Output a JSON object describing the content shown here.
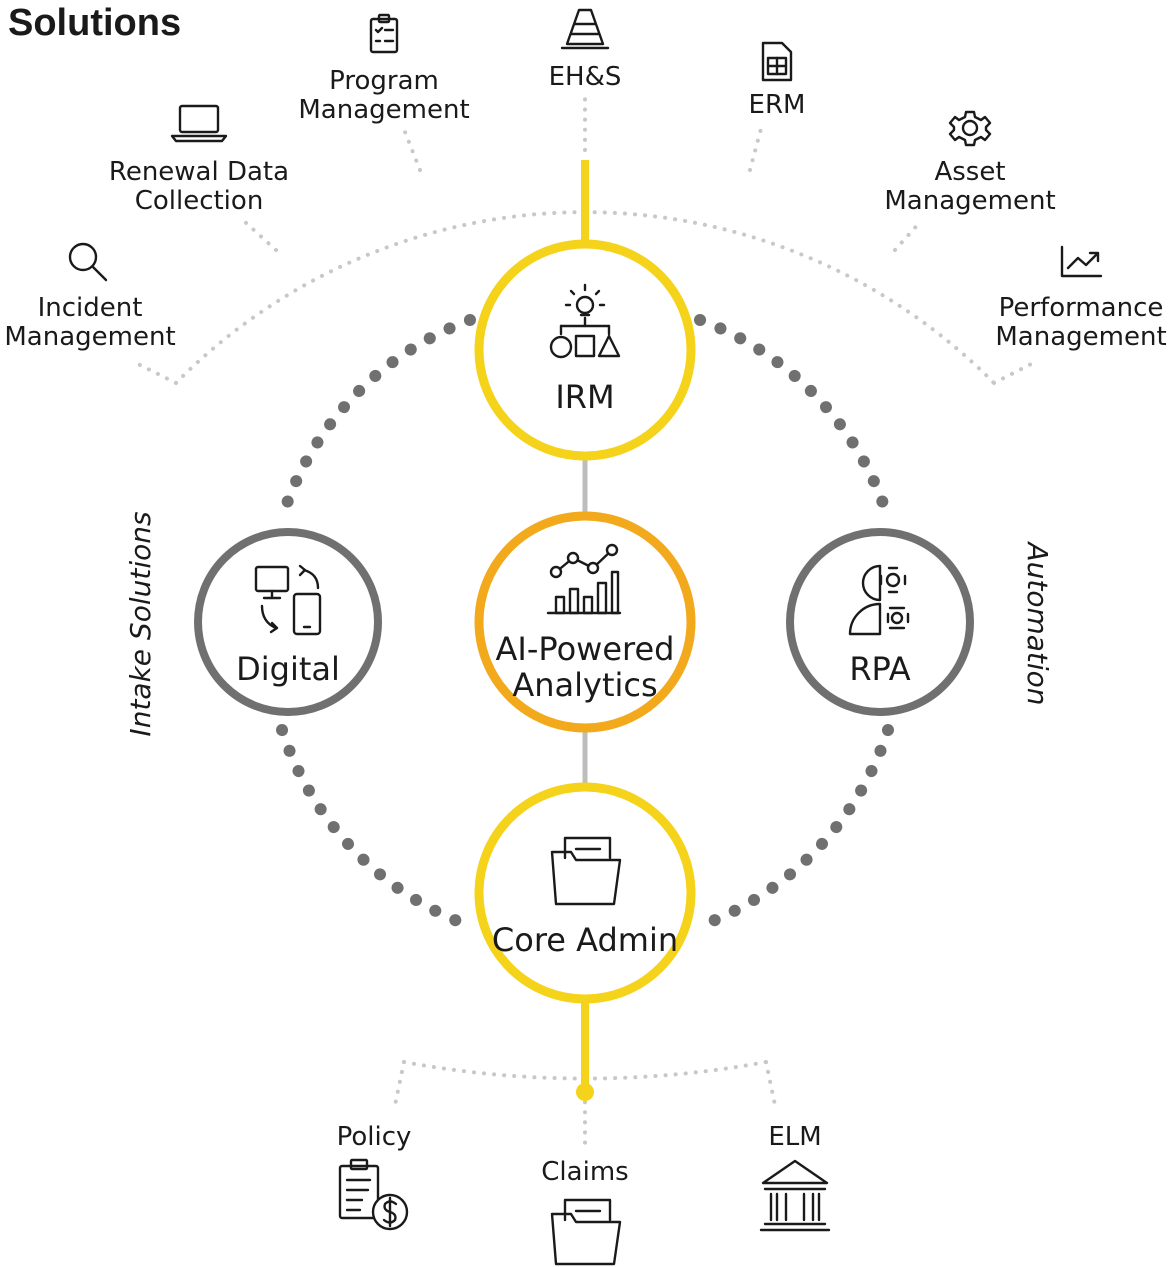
{
  "title": "Solutions",
  "center": {
    "top": {
      "label": "IRM",
      "icon": "org-chart-lightbulb-icon"
    },
    "middle": {
      "label_lines": [
        "AI-Powered",
        "Analytics"
      ],
      "icon": "analytics-chart-icon"
    },
    "bottom": {
      "label": "Core Admin",
      "icon": "folder-document-icon"
    }
  },
  "sides": {
    "left": {
      "label": "Digital",
      "icon": "devices-sync-icon",
      "side_text": "Intake Solutions"
    },
    "right": {
      "label": "RPA",
      "icon": "robot-gears-icon",
      "side_text": "Automation"
    }
  },
  "top_solutions": [
    {
      "label_lines": [
        "Incident",
        "Management"
      ],
      "icon": "magnifier-icon"
    },
    {
      "label_lines": [
        "Renewal Data",
        "Collection"
      ],
      "icon": "laptop-icon"
    },
    {
      "label_lines": [
        "Program",
        "Management"
      ],
      "icon": "clipboard-checklist-icon"
    },
    {
      "label_lines": [
        "EH&S"
      ],
      "icon": "traffic-cone-icon"
    },
    {
      "label_lines": [
        "ERM"
      ],
      "icon": "spreadsheet-file-icon"
    },
    {
      "label_lines": [
        "Asset",
        "Management"
      ],
      "icon": "gear-icon"
    },
    {
      "label_lines": [
        "Performance",
        "Management"
      ],
      "icon": "trend-chart-icon"
    }
  ],
  "bottom_solutions": [
    {
      "label_lines": [
        "Policy"
      ],
      "icon": "policy-dollar-icon"
    },
    {
      "label_lines": [
        "Claims"
      ],
      "icon": "folder-document-icon"
    },
    {
      "label_lines": [
        "ELM"
      ],
      "icon": "bank-building-icon"
    }
  ],
  "colors": {
    "yellow": "#F5D31B",
    "orange": "#F2A91C",
    "gray": "#707070",
    "dot_gray": "#9a9a9a",
    "light_dot": "#c8c8c8",
    "text": "#1a1a1a"
  }
}
